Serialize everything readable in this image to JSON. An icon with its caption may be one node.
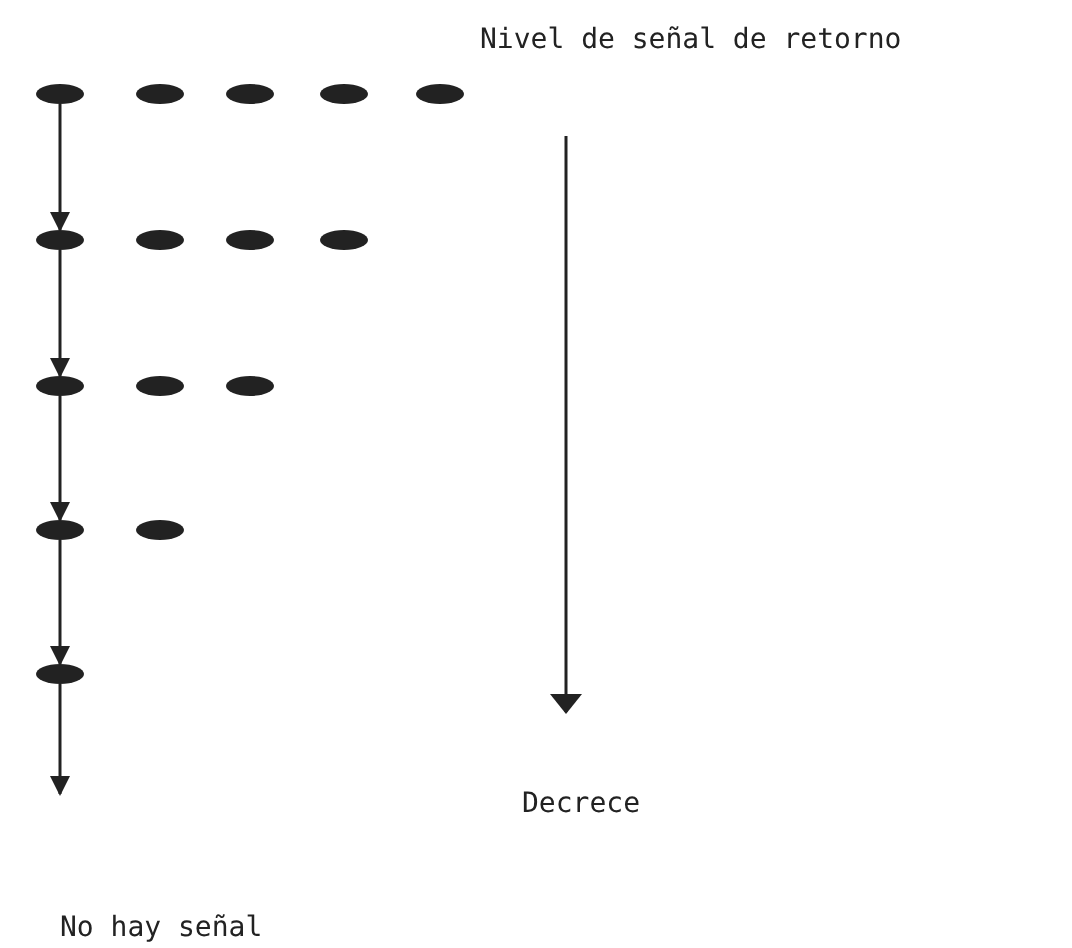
{
  "diagram": {
    "nodes": [
      {
        "text": [],
        "shape": "ellipse"
      },
      {
        "text": [],
        "shape": "ellipse"
      },
      {
        "text": [],
        "shape": "ellipse"
      },
      {
        "text": [],
        "shape": "ellipse"
      },
      {
        "text": [],
        "shape": "ellipse"
      },
      {
        "text": [],
        "shape": "ellipse"
      },
      {
        "text": [],
        "shape": "ellipse"
      },
      {
        "text": [],
        "shape": "ellipse"
      },
      {
        "text": [],
        "shape": "ellipse"
      },
      {
        "text": [],
        "shape": "ellipse"
      },
      {
        "text": [],
        "shape": "ellipse"
      },
      {
        "text": [],
        "shape": "ellipse"
      },
      {
        "text": [],
        "shape": "ellipse"
      },
      {
        "text": [],
        "shape": "ellipse"
      },
      {
        "text": [],
        "shape": "ellipse"
      }
    ],
    "edges": [
      {
        "from": 0,
        "to": 5,
        "arrow": "to"
      },
      {
        "from": 5,
        "to": 9,
        "arrow": "to"
      },
      {
        "from": 9,
        "to": 12,
        "arrow": "to"
      },
      {
        "from": 12,
        "to": 14,
        "arrow": "to"
      },
      {
        "from": 14,
        "to": null,
        "arrow": "to"
      }
    ],
    "labels": [
      "Nivel de señal de retorno",
      "Decrece",
      "No hay señal"
    ]
  }
}
